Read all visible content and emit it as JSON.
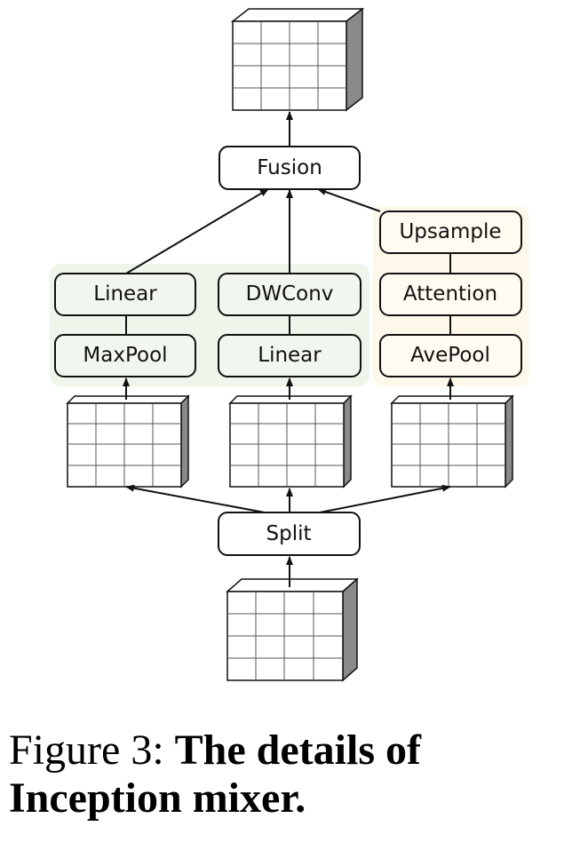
{
  "nodes": {
    "fusion": "Fusion",
    "split": "Split",
    "linear_left": "Linear",
    "maxpool": "MaxPool",
    "dwconv": "DWConv",
    "linear_mid": "Linear",
    "upsample": "Upsample",
    "attention": "Attention",
    "avepool": "AvePool"
  },
  "caption": {
    "label": "Figure 3:",
    "text": "The details of Inception mixer."
  },
  "colors": {
    "green_panel": "#eef5ea",
    "green_box": "#f1f7ee",
    "yellow_panel": "#fdf8ea",
    "yellow_box": "#fffbf0",
    "stroke": "#111111",
    "cube_side": "#8a8a8a",
    "cube_top": "#ffffff",
    "cube_grid": "#555555"
  }
}
